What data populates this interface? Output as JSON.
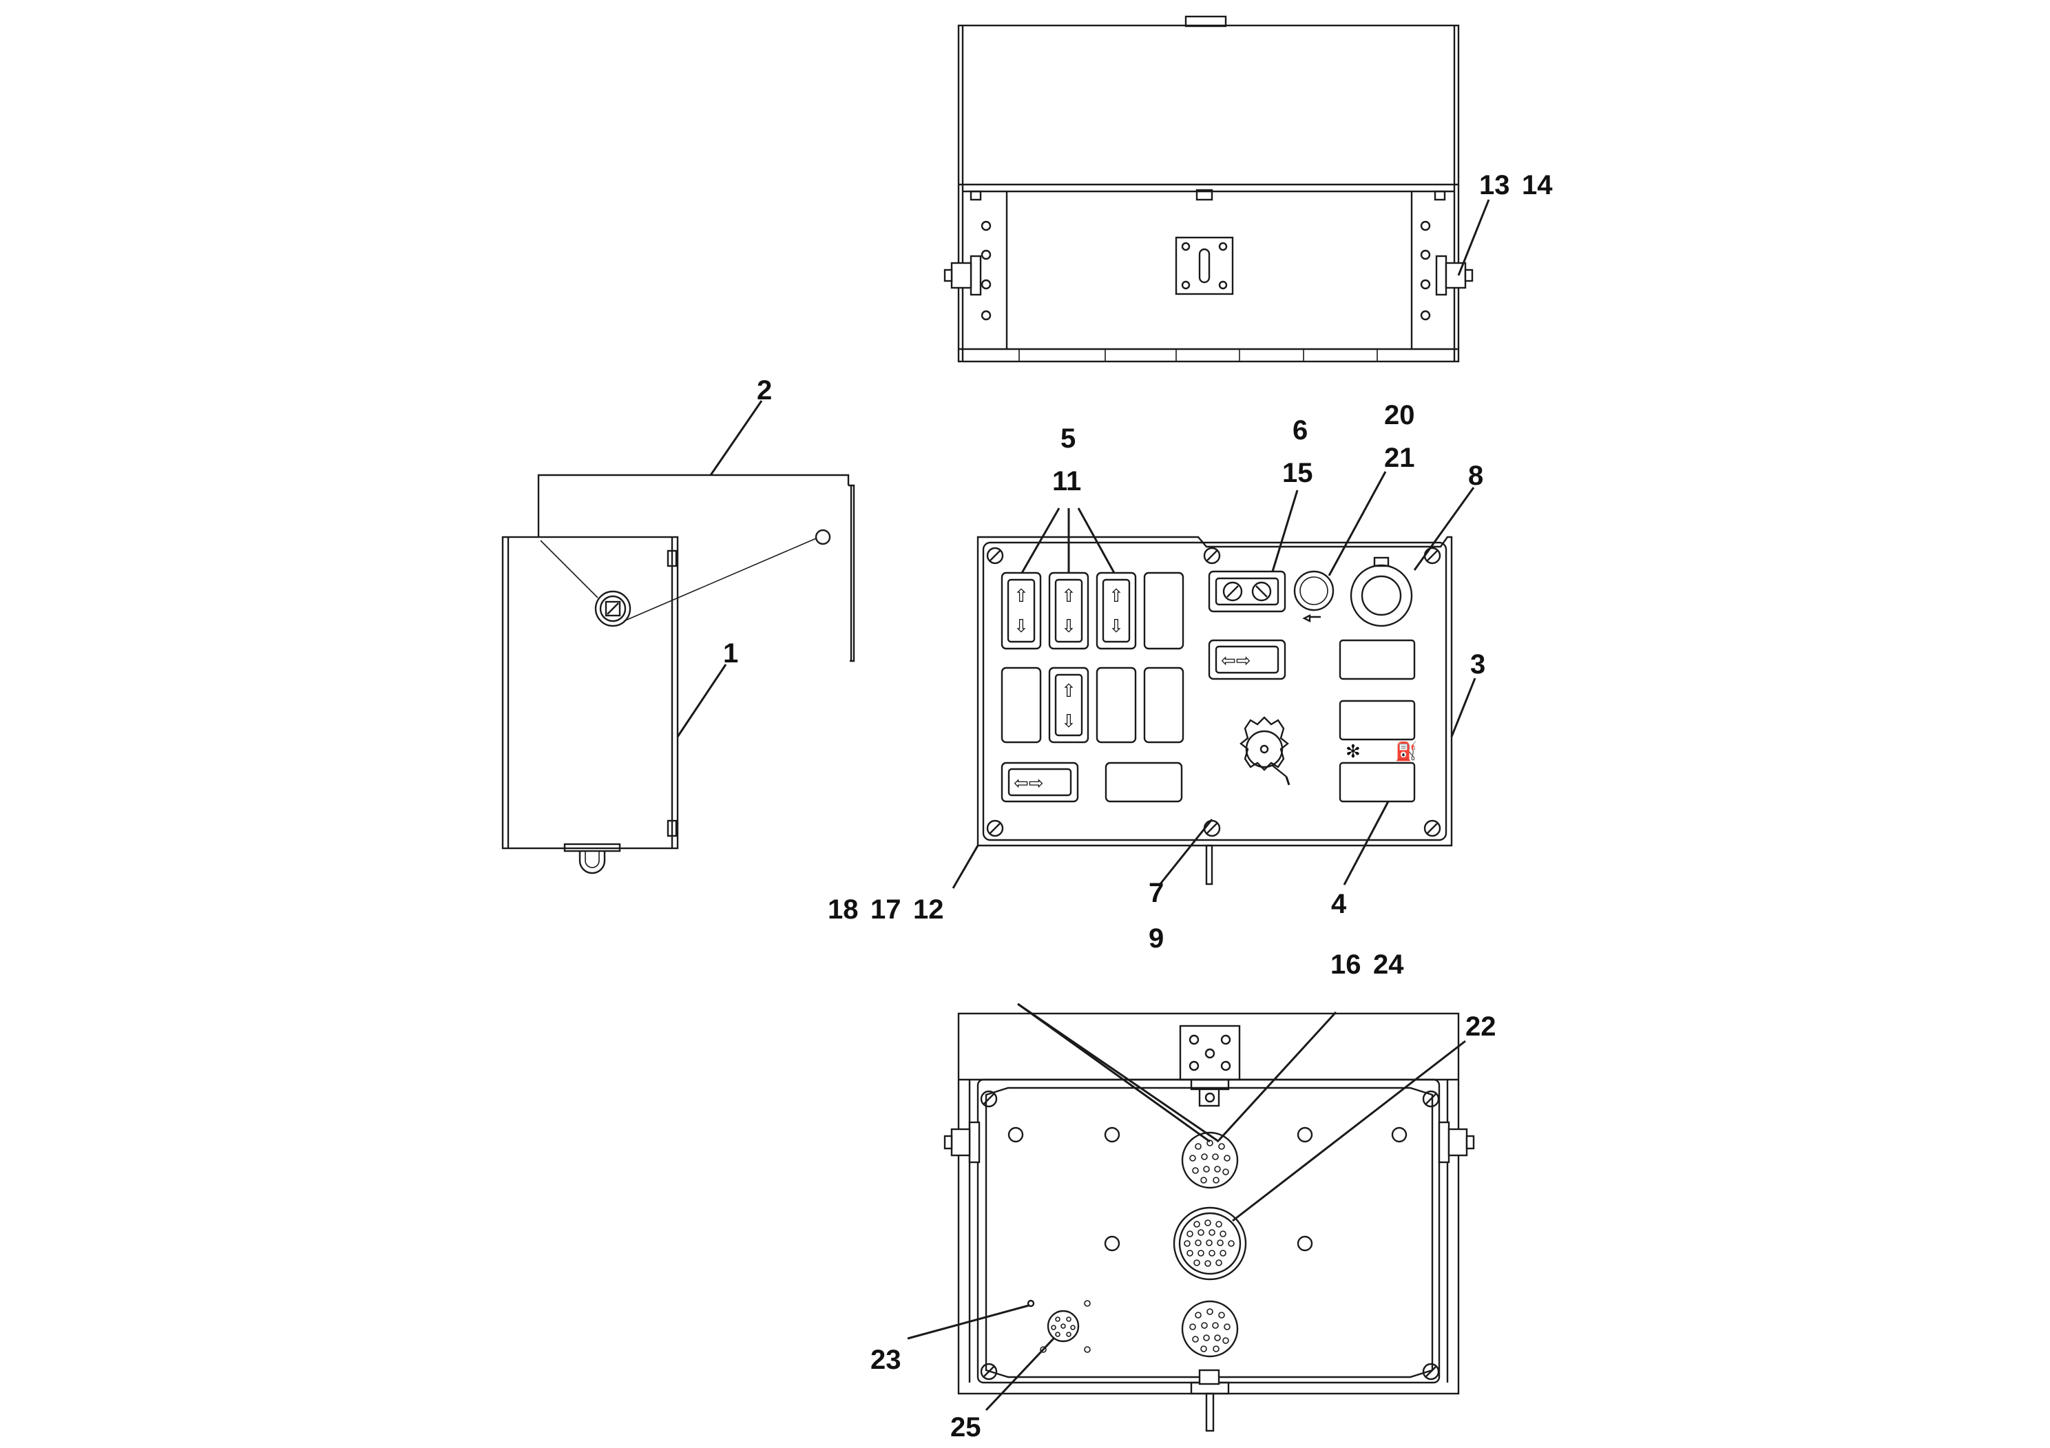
{
  "callouts": {
    "c1": "1",
    "c2": "2",
    "c3": "3",
    "c4": "4",
    "c5": "5",
    "c6": "6",
    "c7": "7",
    "c8": "8",
    "c9": "9",
    "c11": "11",
    "c12": "12",
    "c13": "13",
    "c14": "14",
    "c15": "15",
    "c16": "16",
    "c17": "17",
    "c18": "18",
    "c20": "20",
    "c21": "21",
    "c22": "22",
    "c23": "23",
    "c24": "24",
    "c25": "25"
  },
  "colors": {
    "line": "#1a1a1a",
    "background": "#ffffff"
  },
  "icons": {
    "rocker_up_down": "up-down-arrow-icon",
    "rocker_left_right": "left-right-arrow-icon",
    "fan_symbol": "fan-icon",
    "oil_can_symbol": "oil-can-icon",
    "horn_symbol": "horn-icon",
    "key_switch": "key-switch-icon"
  }
}
